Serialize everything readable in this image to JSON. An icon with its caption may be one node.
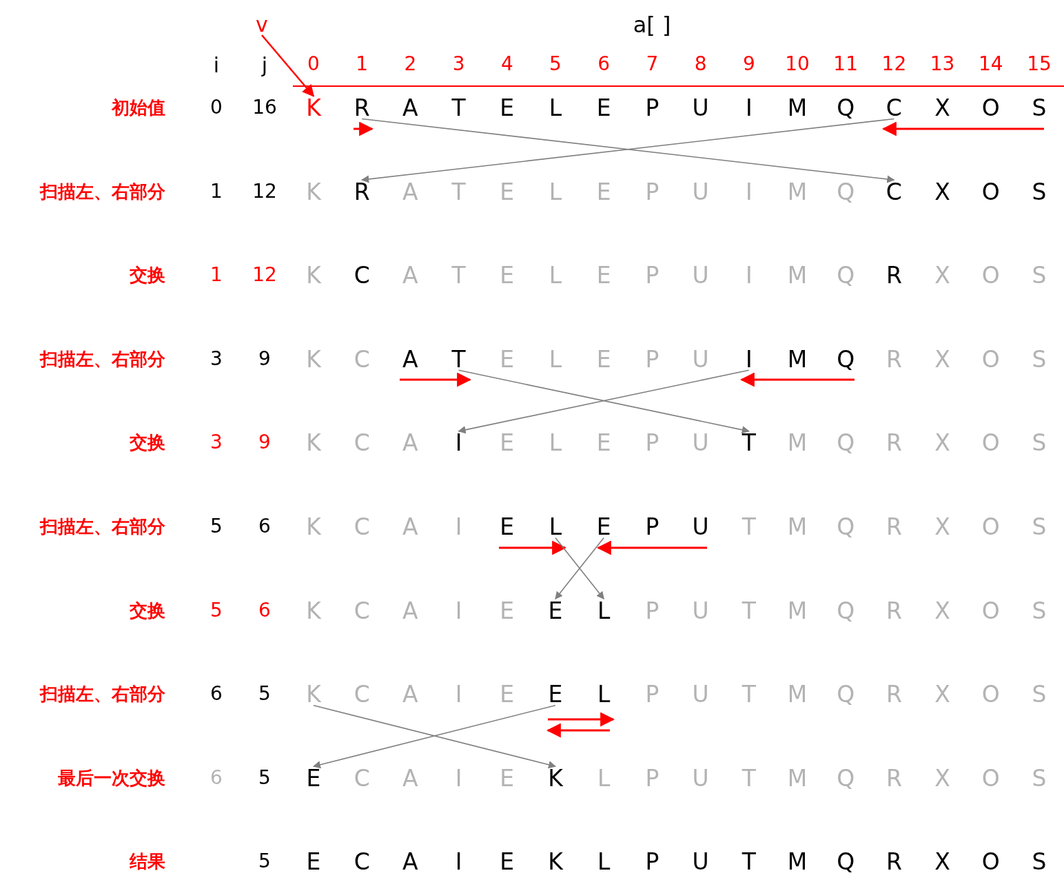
{
  "diagram": {
    "nodes": [
      {
        "text": [
          "v"
        ]
      },
      {
        "text": [
          "K"
        ]
      },
      {
        "text": [
          "R"
        ]
      },
      {
        "text": [
          "C"
        ]
      },
      {
        "text": [
          "R"
        ]
      },
      {
        "text": [
          "C"
        ]
      },
      {
        "text": [
          "T"
        ]
      },
      {
        "text": [
          "I"
        ]
      },
      {
        "text": [
          "I"
        ]
      },
      {
        "text": [
          "T"
        ]
      },
      {
        "text": [
          "L"
        ]
      },
      {
        "text": [
          "E"
        ]
      },
      {
        "text": [
          "E"
        ]
      },
      {
        "text": [
          "L"
        ]
      },
      {
        "text": [
          "K"
        ]
      },
      {
        "text": [
          "E"
        ]
      },
      {
        "text": [
          "E"
        ]
      },
      {
        "text": [
          "K"
        ]
      }
    ],
    "edges": [
      {
        "from": 0,
        "to": 1,
        "arrow": "to",
        "color": "#ff0000"
      },
      {
        "from": 2,
        "to": 5,
        "arrow": "to"
      },
      {
        "from": 3,
        "to": 4,
        "arrow": "to"
      },
      {
        "from": 6,
        "to": 9,
        "arrow": "to"
      },
      {
        "from": 7,
        "to": 8,
        "arrow": "to"
      },
      {
        "from": 10,
        "to": 13,
        "arrow": "to"
      },
      {
        "from": 11,
        "to": 12,
        "arrow": "to"
      },
      {
        "from": 14,
        "to": 17,
        "arrow": "to"
      },
      {
        "from": 15,
        "to": 16,
        "arrow": "to"
      }
    ],
    "labels": [
      "a[ ]",
      "i",
      "j",
      "0",
      "1",
      "2",
      "3",
      "4",
      "5",
      "6",
      "7",
      "8",
      "9",
      "10",
      "11",
      "12",
      "13",
      "14",
      "15",
      "初始值",
      "0",
      "16",
      "A",
      "T",
      "E",
      "L",
      "E",
      "P",
      "U",
      "I",
      "M",
      "Q",
      "X",
      "O",
      "S",
      "扫描左、右部分",
      "1",
      "12",
      "K",
      "A",
      "T",
      "E",
      "L",
      "E",
      "P",
      "U",
      "I",
      "M",
      "Q",
      "X",
      "O",
      "S",
      "交换",
      "1",
      "12",
      "K",
      "C",
      "A",
      "T",
      "E",
      "L",
      "E",
      "P",
      "U",
      "I",
      "M",
      "Q",
      "R",
      "X",
      "O",
      "S",
      "扫描左、右部分",
      "3",
      "9",
      "K",
      "C",
      "A",
      "E",
      "L",
      "E",
      "P",
      "U",
      "M",
      "Q",
      "R",
      "X",
      "O",
      "S",
      "交换",
      "3",
      "9",
      "K",
      "C",
      "A",
      "E",
      "L",
      "E",
      "P",
      "U",
      "M",
      "Q",
      "R",
      "X",
      "O",
      "S",
      "扫描左、右部分",
      "5",
      "6",
      "K",
      "C",
      "A",
      "I",
      "E",
      "P",
      "U",
      "T",
      "M",
      "Q",
      "R",
      "X",
      "O",
      "S",
      "交换",
      "5",
      "6",
      "K",
      "C",
      "A",
      "I",
      "E",
      "P",
      "U",
      "T",
      "M",
      "Q",
      "R",
      "X",
      "O",
      "S",
      "扫描左、右部分",
      "6",
      "5",
      "C",
      "A",
      "I",
      "E",
      "L",
      "P",
      "U",
      "T",
      "M",
      "Q",
      "R",
      "X",
      "O",
      "S",
      "最后一次交换",
      "6",
      "5",
      "C",
      "A",
      "I",
      "E",
      "L",
      "P",
      "U",
      "T",
      "M",
      "Q",
      "R",
      "X",
      "O",
      "S",
      "结果",
      "5",
      "E",
      "C",
      "A",
      "I",
      "E",
      "K",
      "L",
      "P",
      "U",
      "T",
      "M",
      "Q",
      "R",
      "X",
      "O",
      "S"
    ]
  }
}
